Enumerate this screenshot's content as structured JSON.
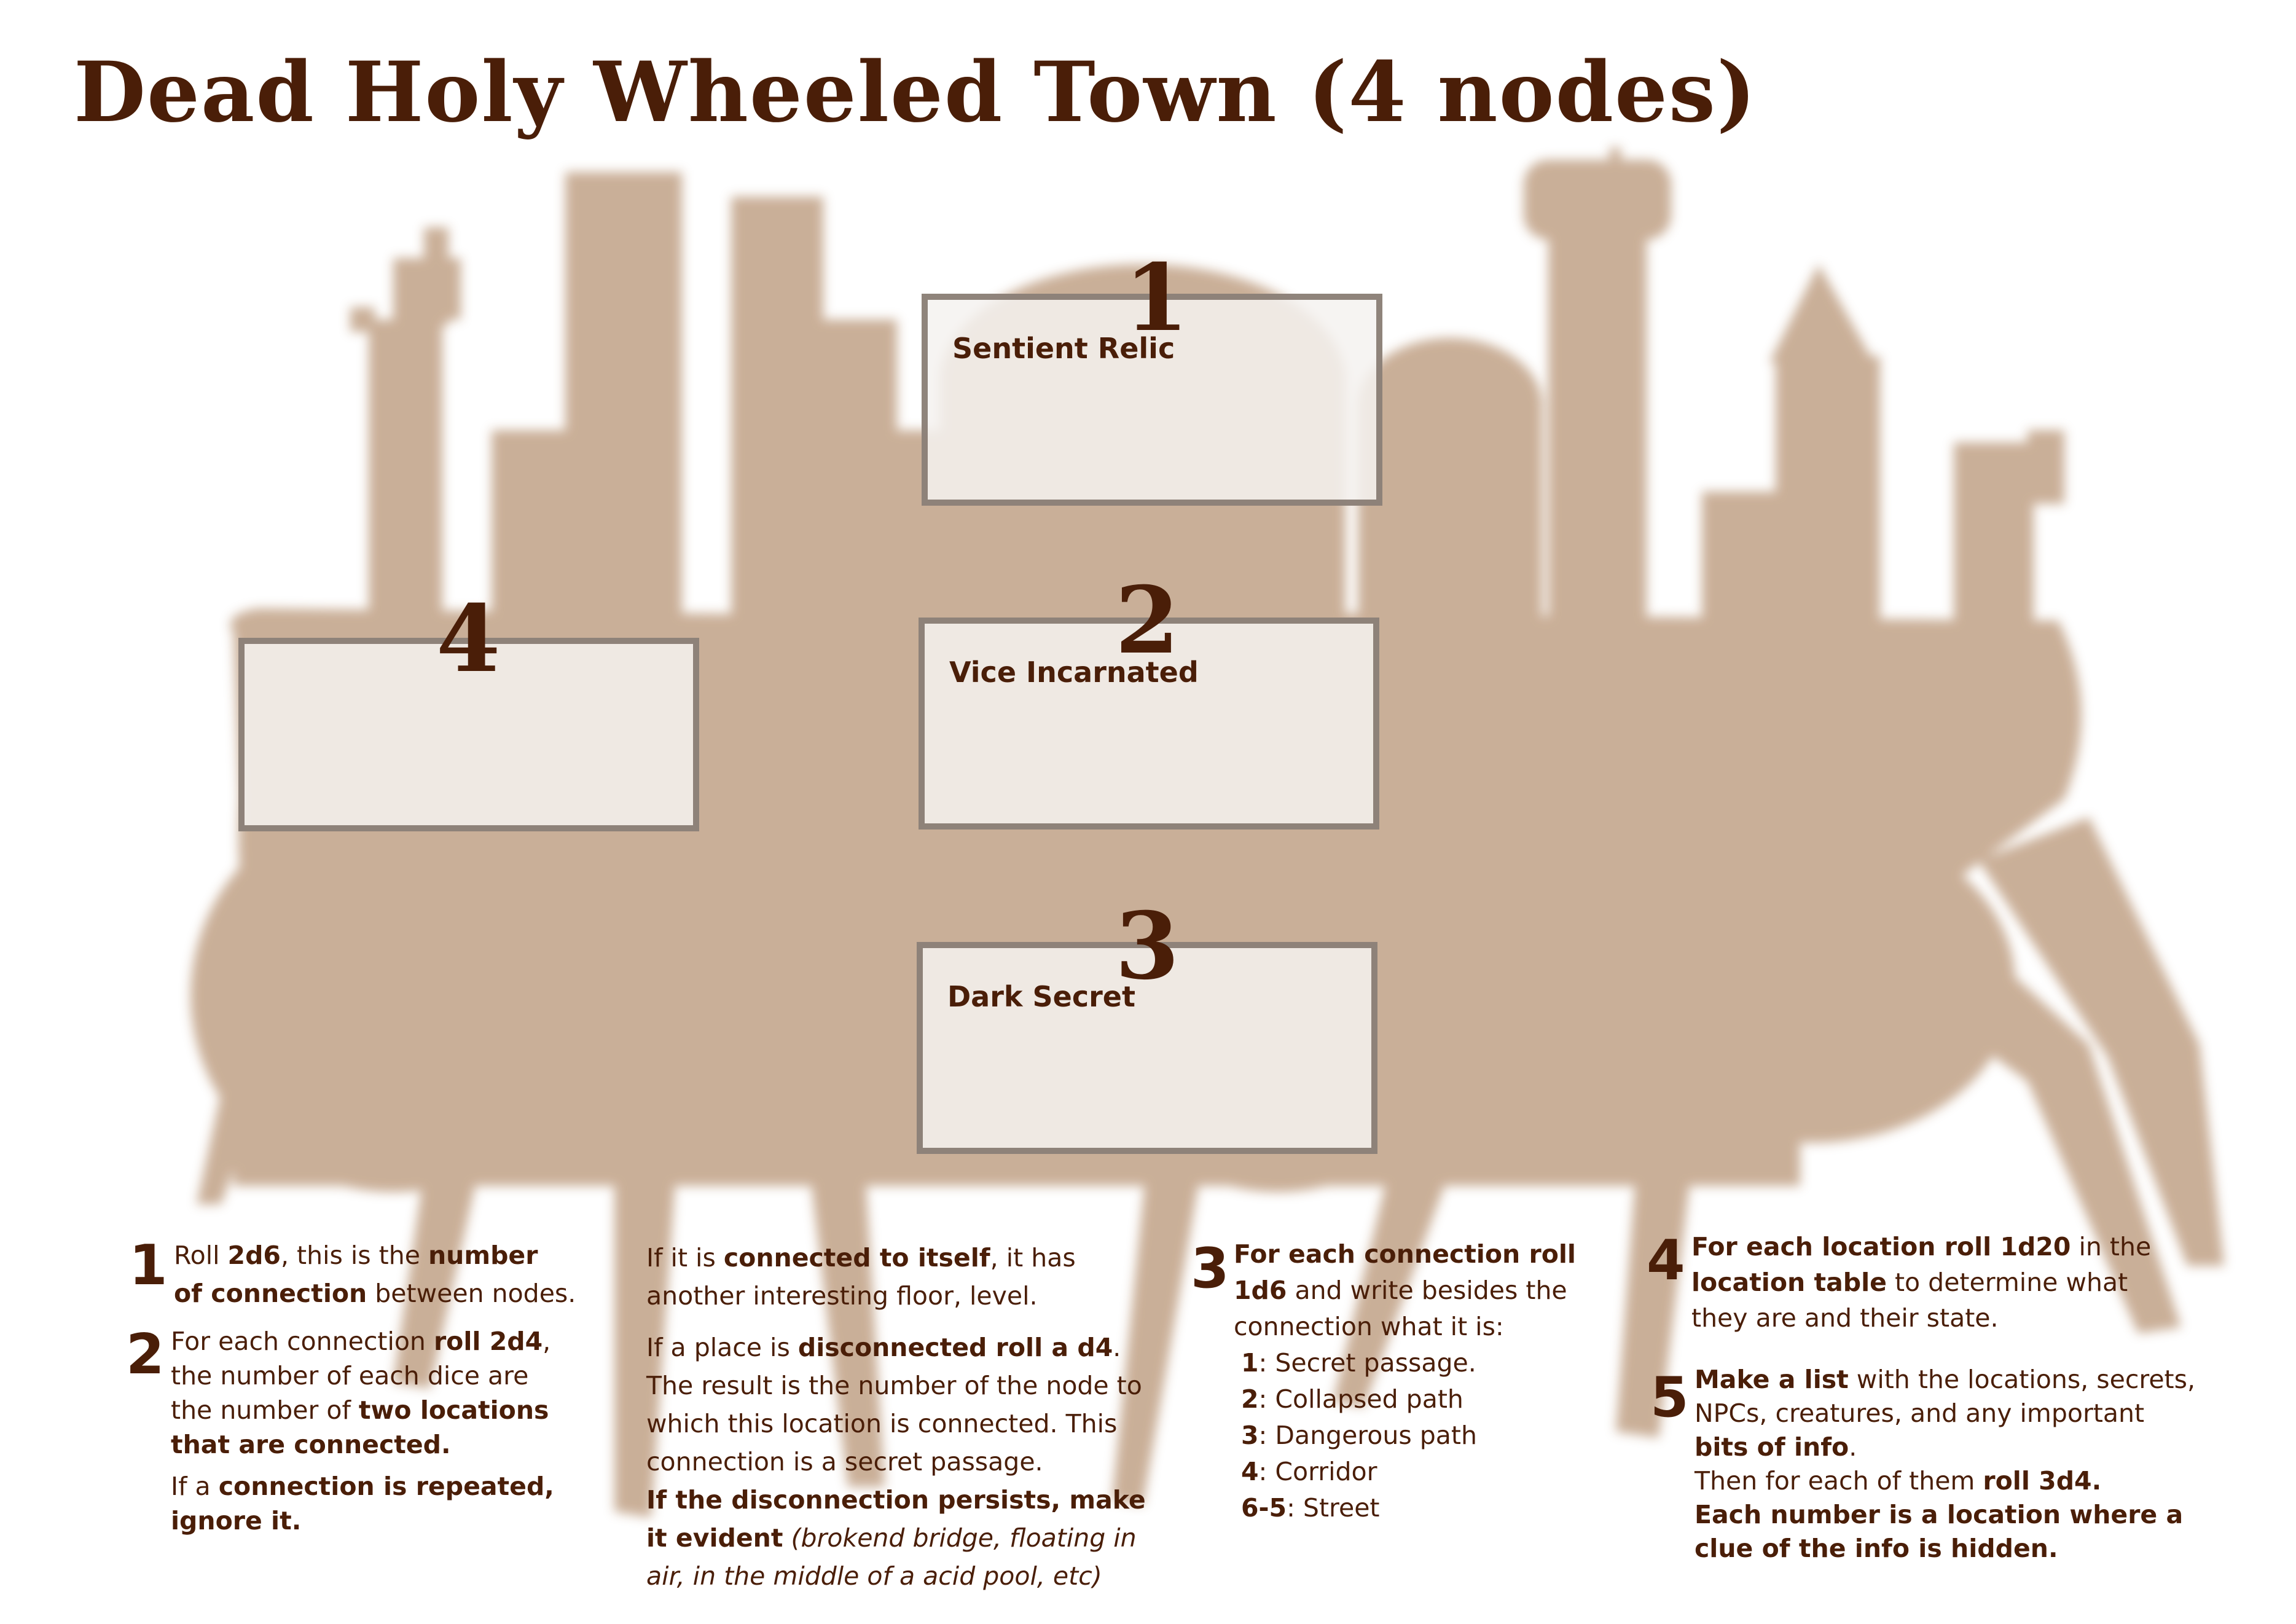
{
  "title": "Dead Holy Wheeled Town (4 nodes)",
  "colors": {
    "ink": "#4a1e08",
    "silhouette": "#c7ab93",
    "box_border": "#7d7066",
    "box_fill": "#f5f2f0"
  },
  "nodes": [
    {
      "number": "1",
      "label": "Sentient Relic"
    },
    {
      "number": "2",
      "label": "Vice Incarnated"
    },
    {
      "number": "3",
      "label": "Dark Secret"
    },
    {
      "number": "4",
      "label": ""
    }
  ],
  "steps": {
    "s1": {
      "num": "1",
      "l1": [
        "Roll ",
        "2d6",
        ", this is the ",
        "number"
      ],
      "l2": [
        "of connection",
        " between nodes."
      ]
    },
    "s2": {
      "num": "2",
      "l1": [
        "For each connection ",
        "roll 2d4",
        ","
      ],
      "l2": "the number of each dice are",
      "l3": [
        "the number of ",
        "two locations"
      ],
      "l4": "that are connected.",
      "l5": [
        "If a ",
        "connection is repeated,"
      ],
      "l6": "ignore it."
    },
    "mid": {
      "l1": [
        "If it is ",
        "connected to itself",
        ", it has"
      ],
      "l2": "another interesting floor, level.",
      "l3": [
        "If a place is ",
        "disconnected roll a d4",
        "."
      ],
      "l4": "The result is the number of the node to",
      "l5": "which this location is connected. This",
      "l6": "connection is a secret passage.",
      "l7": "If the disconnection persists, make",
      "l8": [
        "it evident",
        " (brokend bridge, floating in"
      ],
      "l9": "air, in the middle of a acid pool, etc)"
    },
    "s3": {
      "num": "3",
      "l1": "For each connection roll",
      "l2": [
        "1d6",
        " and write besides the"
      ],
      "l3": "connection what it is:",
      "items": [
        {
          "k": "1",
          "v": ": Secret passage."
        },
        {
          "k": "2",
          "v": ": Collapsed path"
        },
        {
          "k": "3",
          "v": ": Dangerous path"
        },
        {
          "k": "4",
          "v": ": Corridor"
        },
        {
          "k": "6-5",
          "v": ": Street"
        }
      ]
    },
    "s4": {
      "num": "4",
      "l1": [
        "For each location roll 1d20",
        " in the"
      ],
      "l2": [
        "location table",
        " to determine what"
      ],
      "l3": "they are and their state."
    },
    "s5": {
      "num": "5",
      "l1": [
        "Make a list",
        " with the locations, secrets,"
      ],
      "l2": "NPCs, creatures, and any important",
      "l3": [
        "bits of info",
        "."
      ],
      "l4": [
        "Then for each of them ",
        "roll 3d4."
      ],
      "l5": "Each number is a location where a",
      "l6": "clue of the info is hidden."
    }
  }
}
